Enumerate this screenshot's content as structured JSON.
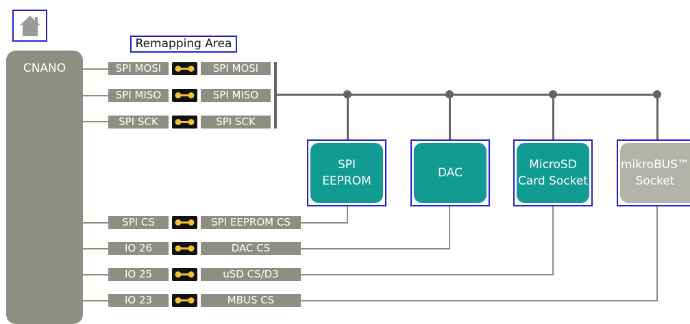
{
  "home": {
    "icon": "home-icon"
  },
  "remap_label": "Remapping Area",
  "cnano_label": "CNANO",
  "spi_rows": [
    {
      "left": "SPI MOSI",
      "right": "SPI MOSI"
    },
    {
      "left": "SPI MISO",
      "right": "SPI MISO"
    },
    {
      "left": "SPI SCK",
      "right": "SPI SCK"
    }
  ],
  "cs_rows": [
    {
      "left": "SPI CS",
      "right": "SPI EEPROM CS"
    },
    {
      "left": "IO 26",
      "right": "DAC CS"
    },
    {
      "left": "IO 25",
      "right": "uSD CS/D3"
    },
    {
      "left": "IO 23",
      "right": "MBUS CS"
    }
  ],
  "boards": [
    {
      "line1": "SPI",
      "line2": "EEPROM"
    },
    {
      "line1": "DAC",
      "line2": ""
    },
    {
      "line1": "MicroSD",
      "line2": "Card Socket"
    },
    {
      "line1": "mikroBUS™",
      "line2": "Socket"
    }
  ],
  "colors": {
    "module": "#8e8e82",
    "teal": "#119b93",
    "inactive": "#b3b3ab",
    "bus": "#646464",
    "highlight": "#2222cc"
  }
}
